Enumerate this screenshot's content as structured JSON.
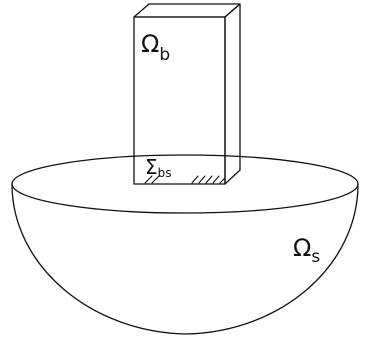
{
  "diagram": {
    "building_label": {
      "symbol": "Ω",
      "subscript": "b"
    },
    "interface_label": {
      "symbol": "Σ",
      "subscript": "bs"
    },
    "soil_label": {
      "symbol": "Ω",
      "subscript": "s"
    }
  }
}
